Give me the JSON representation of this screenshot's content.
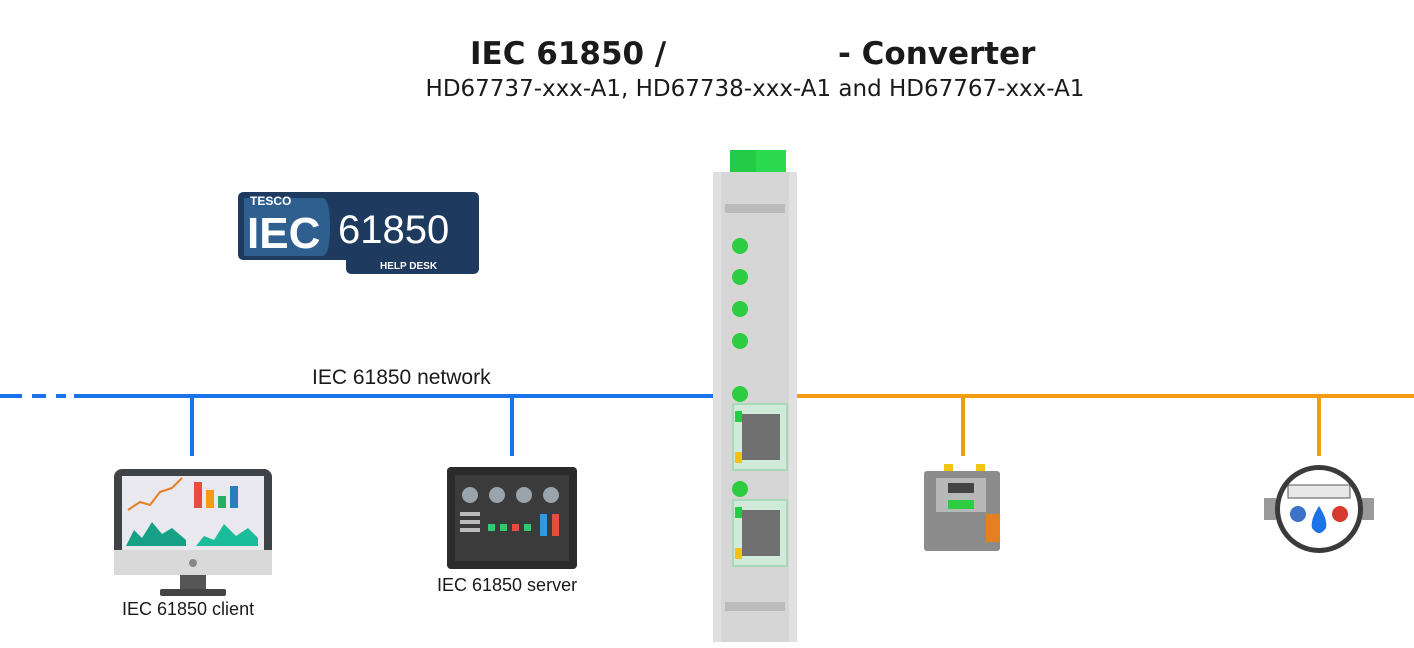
{
  "header": {
    "title_left": "IEC 61850 /",
    "title_right": "- Converter",
    "subtitle": "HD67737-xxx-A1, HD67738-xxx-A1 and HD67767-xxx-A1"
  },
  "logo": {
    "brand": "TESCO",
    "iec": "IEC",
    "number": "61850",
    "tagline": "HELP DESK",
    "color": "#1e3a5f"
  },
  "network": {
    "left_label": "IEC 61850 network",
    "left_color": "#1a73e8",
    "right_color": "#f39c12"
  },
  "devices": {
    "client_label": "IEC 61850 client",
    "server_label": "IEC 61850 server"
  }
}
